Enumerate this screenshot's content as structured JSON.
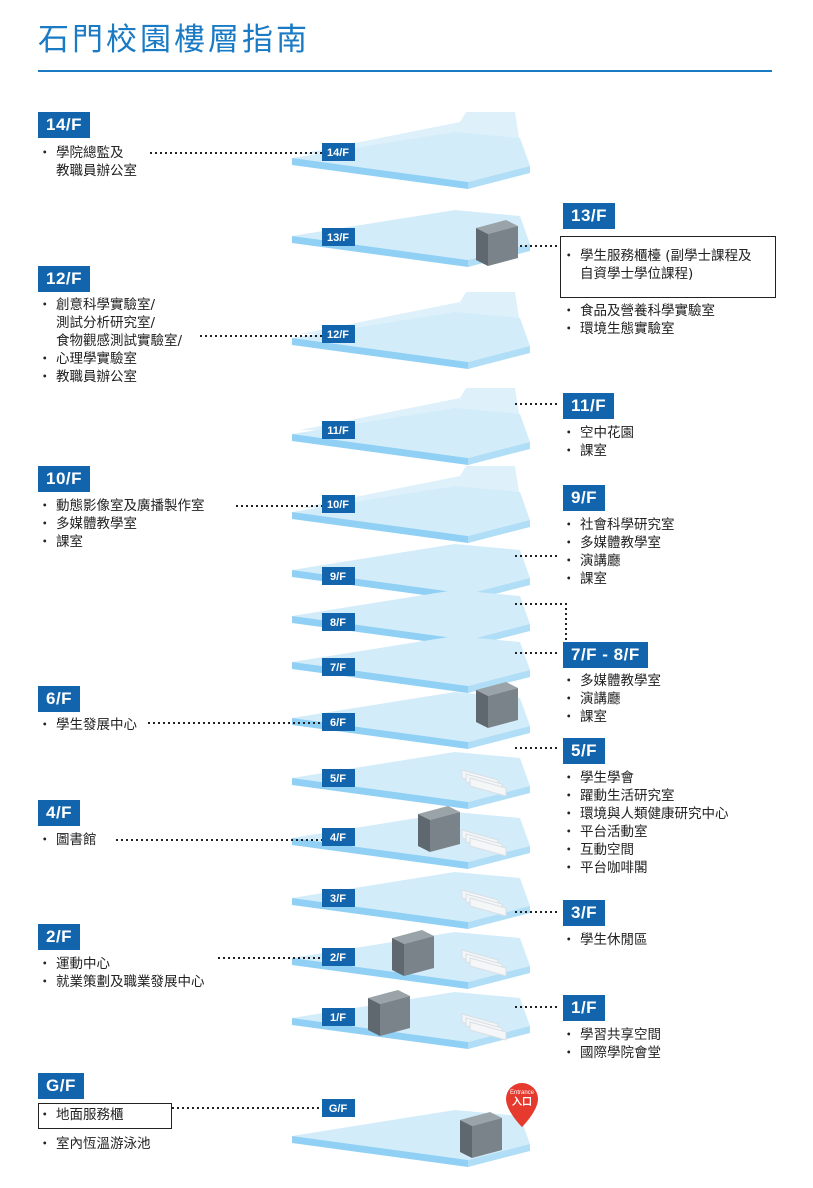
{
  "title": "石門校園樓層指南",
  "floors": {
    "f14": {
      "tag": "14/F",
      "items": [
        "學院總監及",
        "教職員辦公室"
      ]
    },
    "f13": {
      "tag": "13/F",
      "boxed_items": [
        "學生服務櫃檯 (副學士課程及",
        "自資學士學位課程)"
      ],
      "items": [
        "食品及營養科學實驗室",
        "環境生態實驗室"
      ]
    },
    "f12": {
      "tag": "12/F",
      "items": [
        "創意科學實驗室/",
        "測試分析研究室/",
        "食物觀感測試實驗室/",
        "心理學實驗室",
        "教職員辦公室"
      ]
    },
    "f11": {
      "tag": "11/F",
      "items": [
        "空中花園",
        "課室"
      ]
    },
    "f10": {
      "tag": "10/F",
      "items": [
        "動態影像室及廣播製作室",
        "多媒體教學室",
        "課室"
      ]
    },
    "f9": {
      "tag": "9/F",
      "items": [
        "社會科學研究室",
        "多媒體教學室",
        "演講廳",
        "課室"
      ]
    },
    "f78": {
      "tag": "7/F - 8/F",
      "items": [
        "多媒體教學室",
        "演講廳",
        "課室"
      ]
    },
    "f6": {
      "tag": "6/F",
      "items": [
        "學生發展中心"
      ]
    },
    "f5": {
      "tag": "5/F",
      "items": [
        "學生學會",
        "躍動生活研究室",
        "環境與人類健康研究中心",
        "平台活動室",
        "互動空間",
        "平台咖啡閣"
      ]
    },
    "f4": {
      "tag": "4/F",
      "items": [
        "圖書館"
      ]
    },
    "f3": {
      "tag": "3/F",
      "items": [
        "學生休閒區"
      ]
    },
    "f2": {
      "tag": "2/F",
      "items": [
        "運動中心",
        "就業策劃及職業發展中心"
      ]
    },
    "f1": {
      "tag": "1/F",
      "items": [
        "學習共享空間",
        "國際學院會堂"
      ]
    },
    "gf": {
      "tag": "G/F",
      "boxed_items": [
        "地面服務櫃"
      ],
      "items": [
        "室內恆溫游泳池"
      ]
    }
  },
  "slab_labels": [
    "14/F",
    "13/F",
    "12/F",
    "11/F",
    "10/F",
    "9/F",
    "8/F",
    "7/F",
    "6/F",
    "5/F",
    "4/F",
    "3/F",
    "2/F",
    "1/F",
    "G/F"
  ],
  "entrance": {
    "en": "Entrance",
    "zh": "入口"
  },
  "colors": {
    "accent": "#1a7ac4",
    "tag": "#1265ad",
    "slab_top": "#d3ecfa",
    "slab_edge": "#8fd0f4",
    "entrance": "#e63a2e"
  },
  "icons": [
    "cube-icon",
    "seats-icon",
    "entrance-pin-icon"
  ]
}
